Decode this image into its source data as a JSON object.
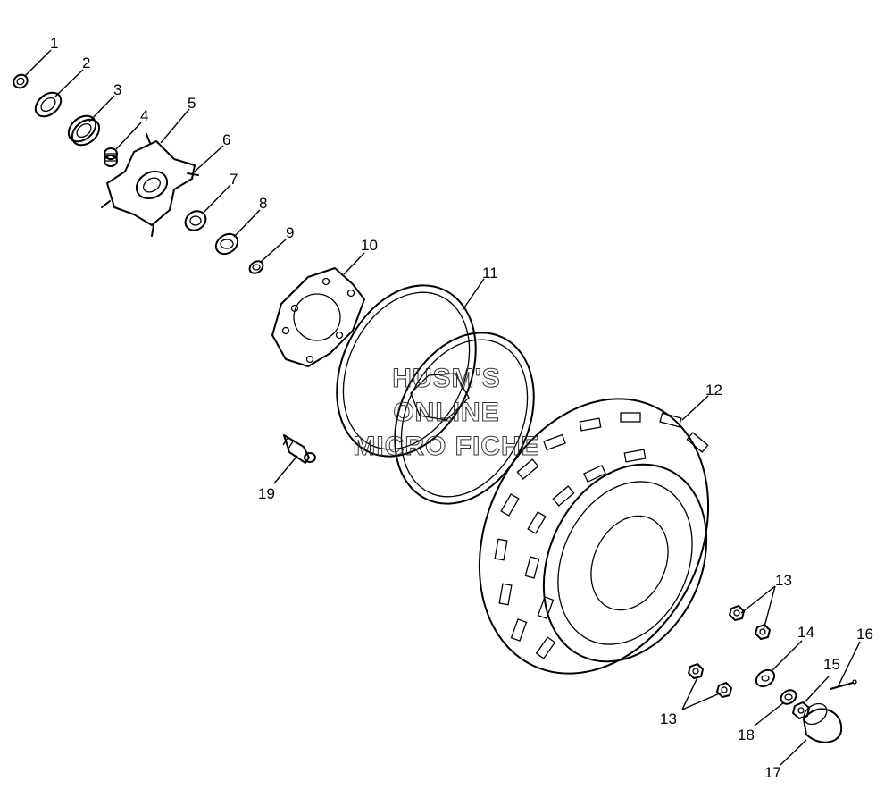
{
  "watermark": [
    "HUSM'S",
    "ONLINE",
    "MICRO FICHE"
  ],
  "callouts": [
    "1",
    "2",
    "3",
    "4",
    "5",
    "6",
    "7",
    "8",
    "9",
    "10",
    "11",
    "12",
    "13",
    "13",
    "14",
    "15",
    "16",
    "17",
    "18",
    "19"
  ]
}
